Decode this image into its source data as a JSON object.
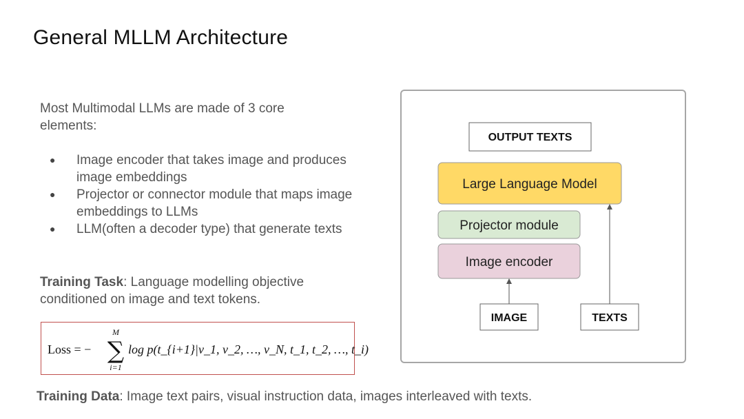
{
  "slide": {
    "title": "General MLLM Architecture",
    "intro": "Most Multimodal LLMs are made of 3 core elements:",
    "bullets": [
      "Image encoder that takes image and produces image embeddings",
      "Projector or connector module that maps image embeddings to LLMs",
      "LLM(often a decoder type) that generate texts"
    ],
    "bullet_glyph": "●",
    "task_label": "Training Task",
    "task_text": ": Language modelling objective conditioned on image and text tokens.",
    "loss_formula": {
      "lhs": "Loss = −",
      "sum_top": "M",
      "sum_bottom": "i=1",
      "body": "log p(t_{i+1}|v_1, v_2, …, v_N, t_1, t_2, …, t_i)"
    },
    "data_label": "Training Data",
    "data_text": ": Image text pairs, visual instruction data, images interleaved with texts."
  },
  "diagram": {
    "output": "OUTPUT TEXTS",
    "llm": "Large Language Model",
    "projector": "Projector module",
    "encoder": "Image encoder",
    "image": "IMAGE",
    "texts": "TEXTS",
    "colors": {
      "llm": "#ffd966",
      "projector": "#d9ead3",
      "encoder": "#ead1dc",
      "frame": "#a6a6a6"
    }
  }
}
